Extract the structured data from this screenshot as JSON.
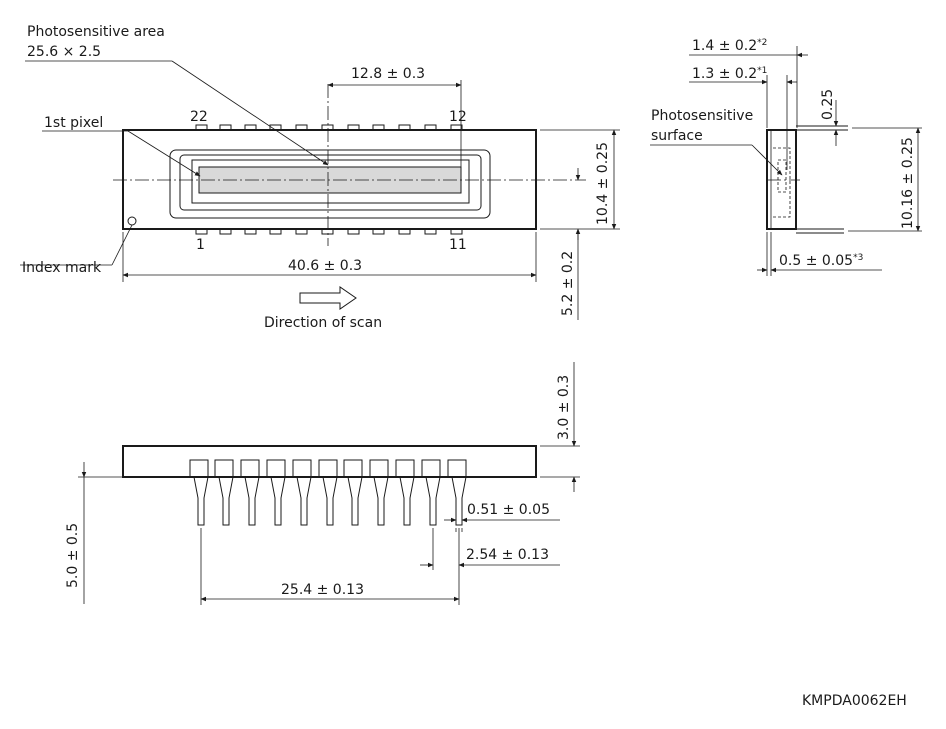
{
  "labels": {
    "photosensitive_area": "Photosensitive area",
    "photosensitive_area_size": "25.6 × 2.5",
    "first_pixel": "1st pixel",
    "index_mark": "Index mark",
    "direction_of_scan": "Direction of scan",
    "photosensitive_surface_line1": "Photosensitive",
    "photosensitive_surface_line2": "surface",
    "drawing_code": "KMPDA0062EH"
  },
  "pins": {
    "pin_1": "1",
    "pin_11": "11",
    "pin_12": "12",
    "pin_22": "22"
  },
  "dimensions": {
    "center_offset": "12.8 ± 0.3",
    "body_length": "40.6 ± 0.3",
    "body_width": "10.4 ± 0.25",
    "pin_row_offset": "5.2 ± 0.2",
    "body_height": "3.0 ± 0.3",
    "lead_length": "5.0 ± 0.5",
    "lead_width": "0.51 ± 0.05",
    "pin_pitch": "2.54 ± 0.13",
    "pin_span": "25.4 ± 0.13",
    "dim_1_4": "1.4 ± 0.2",
    "dim_1_4_note": "*2",
    "dim_1_3": "1.3 ± 0.2",
    "dim_1_3_note": "*1",
    "dim_0_25": "0.25",
    "row_spacing": "10.16 ± 0.25",
    "dim_0_5": "0.5 ± 0.05",
    "dim_0_5_note": "*3"
  }
}
